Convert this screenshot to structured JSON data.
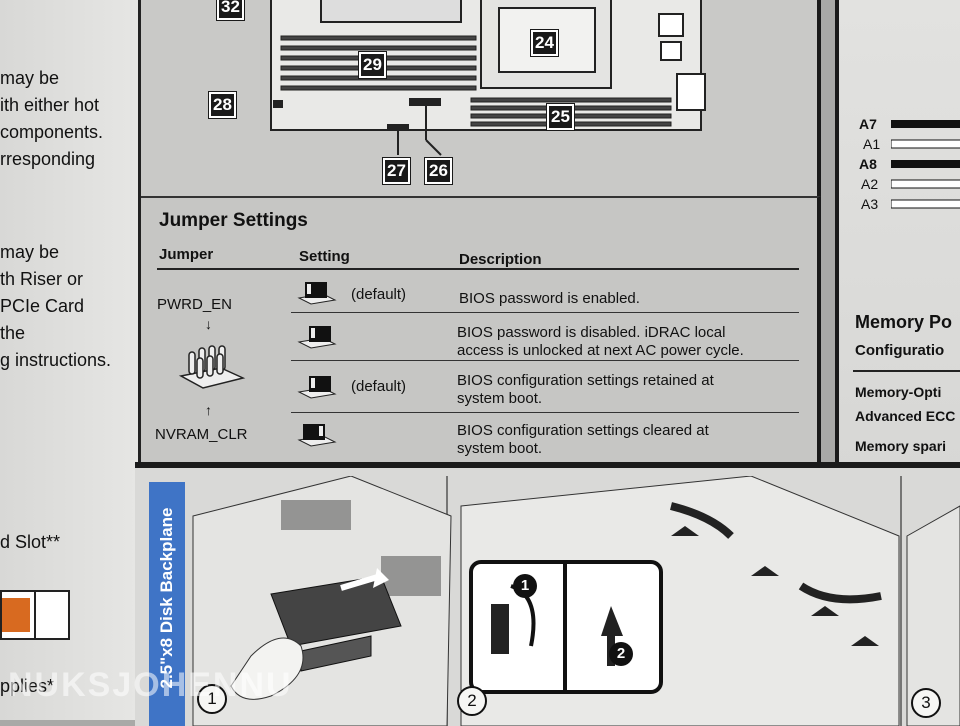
{
  "left_text": [
    "may be",
    "ith either hot",
    " components.",
    "rresponding",
    "may be",
    "th Riser or",
    "PCIe Card",
    " the",
    "g instructions.",
    "d Slot**",
    "pplies*"
  ],
  "board_labels": [
    "32",
    "24",
    "29",
    "28",
    "25",
    "27",
    "26"
  ],
  "jumper": {
    "title": "Jumper Settings",
    "col_jumper": "Jumper",
    "col_setting": "Setting",
    "col_description": "Description",
    "pwrd_label": "PWRD_EN",
    "nvram_label": "NVRAM_CLR",
    "rows": [
      {
        "tag": "(default)",
        "line1": "BIOS password is enabled.",
        "line2": ""
      },
      {
        "tag": "",
        "line1": "BIOS password is disabled. iDRAC local",
        "line2": "access is unlocked at next AC power cycle."
      },
      {
        "tag": "(default)",
        "line1": "BIOS configuration settings retained at",
        "line2": "system boot."
      },
      {
        "tag": "",
        "line1": "BIOS configuration settings cleared at",
        "line2": "system boot."
      }
    ]
  },
  "right_panel": {
    "slots": [
      "A7",
      "A1",
      "A8",
      "A2",
      "A3"
    ],
    "memory_title": "Memory Po",
    "config_label": "Configuratio",
    "items": [
      "Memory-Opti",
      "Advanced ECC",
      "Memory spari"
    ]
  },
  "backplane": {
    "side_label": "2.5\"x8 Disk Backplane",
    "steps": [
      "1",
      "2",
      "3"
    ],
    "inset_steps": [
      "1",
      "2"
    ]
  },
  "watermark": "NUKSJOHENNU"
}
